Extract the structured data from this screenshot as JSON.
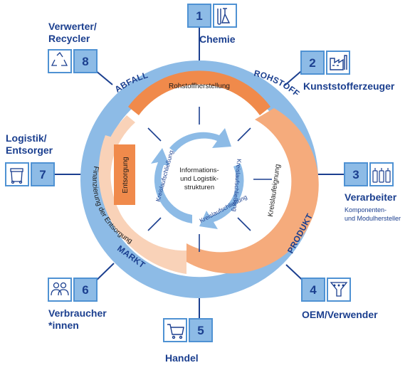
{
  "colors": {
    "ring_blue": "#8dbbe6",
    "ring_blue_dark": "#6ea6dc",
    "pale_blue": "#c9dff3",
    "orange_dark": "#f08a4b",
    "orange_mid": "#f5ab7c",
    "orange_light": "#f9d2b8",
    "navy": "#1b3f8f",
    "box_border": "#4f92d3",
    "box_fill": "#8dbbe6"
  },
  "ring_labels": {
    "abfall": "ABFALL",
    "rohstoff": "ROHSTOFF",
    "produkt": "PRODUKT",
    "markt": "MARKT"
  },
  "arc_labels": {
    "rohstoffherstellung": "Rohstoffherstellung",
    "kreislaufeignung": "Kreislaufeignung",
    "finanzierung": "Finanzierung der Entsorgung",
    "entsorgung": "Entsorgung"
  },
  "cycle_labels": {
    "left": "Kreislaufschließung",
    "right": "Kreislaufschließung",
    "bottom": "Kreislaufschließung"
  },
  "center": {
    "line1": "Informations-",
    "line2": "und Logistik-",
    "line3": "strukturen"
  },
  "nodes": [
    {
      "num": "1",
      "name": "Chemie",
      "icon": "lab-flask-icon"
    },
    {
      "num": "2",
      "name": "Kunststofferzeuger",
      "icon": "factory-icon"
    },
    {
      "num": "3",
      "name": "Verarbeiter",
      "sub1": "Komponenten-",
      "sub2": "und Modulhersteller",
      "icon": "bottles-icon"
    },
    {
      "num": "4",
      "name": "OEM/Verwender",
      "icon": "funnel-filter-icon"
    },
    {
      "num": "5",
      "name": "Handel",
      "icon": "shopping-cart-icon"
    },
    {
      "num": "6",
      "name1": "Verbraucher",
      "name2": "*innen",
      "icon": "people-icon"
    },
    {
      "num": "7",
      "name1": "Logistik/",
      "name2": "Entsorger",
      "icon": "waste-bin-icon"
    },
    {
      "num": "8",
      "name1": "Verwerter/",
      "name2": "Recycler",
      "icon": "recycle-icon"
    }
  ]
}
